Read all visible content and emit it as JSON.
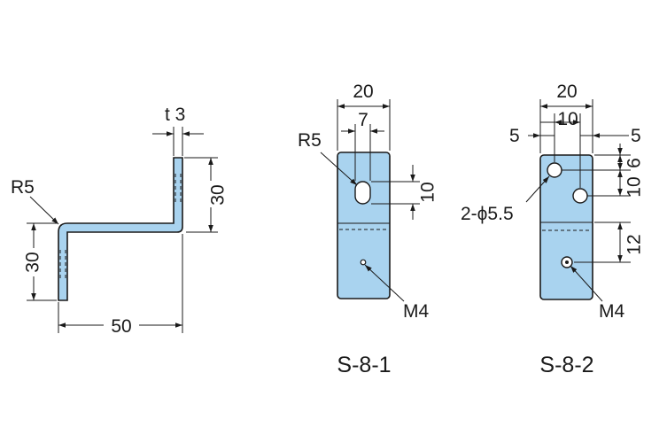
{
  "side_view": {
    "thickness_label": "t 3",
    "radius_label": "R5",
    "upper_height_label": "30",
    "lower_height_label": "30",
    "width_label": "50"
  },
  "s81": {
    "width_label": "20",
    "offset_label": "7",
    "radius_label": "R5",
    "slot_label": "10",
    "thread_label": "M4",
    "caption": "S-8-1"
  },
  "s82": {
    "width_label": "20",
    "hole_spacing_label": "10",
    "left_margin_label": "5",
    "right_margin_label": "5",
    "top_offset_label": "6",
    "vertical_spacing_label": "10",
    "lower_offset_label": "12",
    "holes_label": "2-ϕ5.5",
    "thread_label": "M4",
    "caption": "S-8-2"
  },
  "colors": {
    "part_fill": "#a9d3ef",
    "line": "#1a1a1a"
  }
}
